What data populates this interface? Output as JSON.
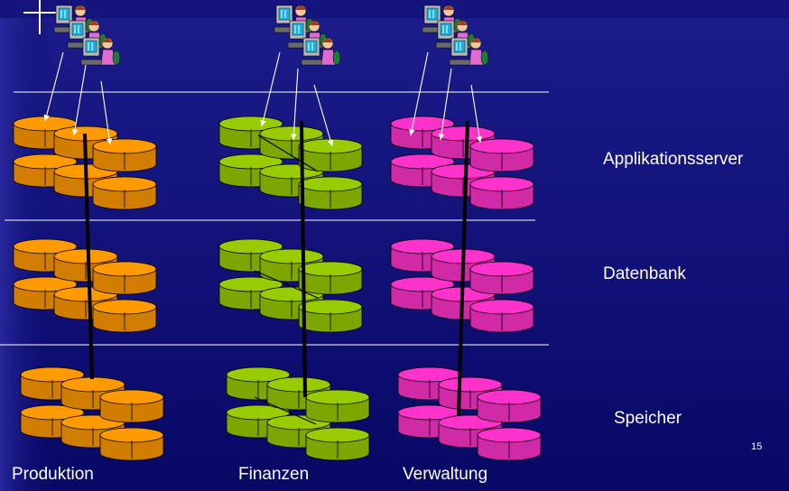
{
  "slide": {
    "page_number": "15",
    "layer_labels": {
      "app": "Applikationsserver",
      "db": "Datenbank",
      "storage": "Speicher"
    },
    "column_labels": {
      "production": "Produktion",
      "finance": "Finanzen",
      "admin": "Verwaltung"
    }
  },
  "colors": {
    "background": "#0a0a6e",
    "production": "#ff9a00",
    "finance": "#99cc00",
    "admin": "#ff33cc",
    "divider": "#ffffff"
  },
  "icons": {
    "users": "user-workstation-icon",
    "servers": "disk-cylinder-icon"
  }
}
